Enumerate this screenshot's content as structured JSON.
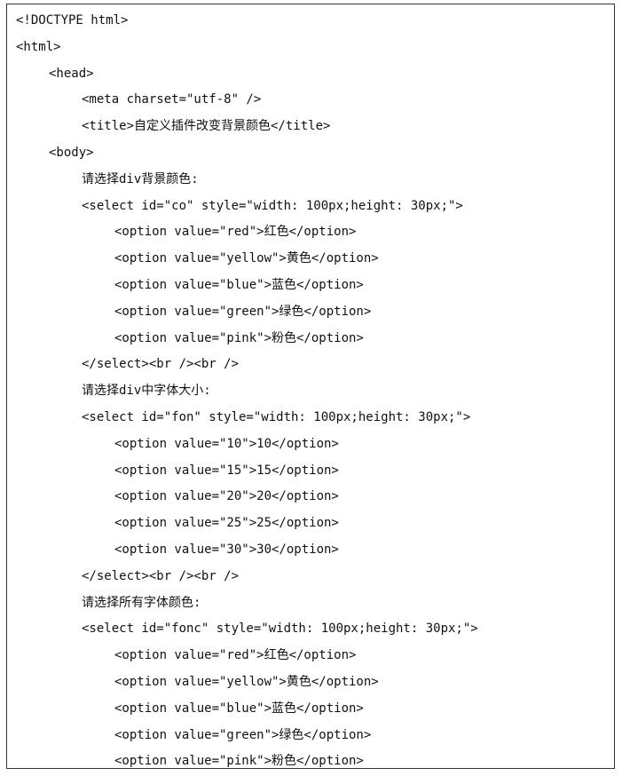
{
  "code": {
    "lines": [
      {
        "text": "<!DOCTYPE html>",
        "indent": 0
      },
      {
        "text": "<html>",
        "indent": 0
      },
      {
        "text": "<head>",
        "indent": 1
      },
      {
        "text": "<meta charset=\"utf-8\" />",
        "indent": 2
      },
      {
        "text": "<title>自定义插件改变背景颜色</title>",
        "indent": 2
      },
      {
        "text": "<body>",
        "indent": 1
      },
      {
        "text": "请选择div背景颜色:",
        "indent": 2
      },
      {
        "text": "<select id=\"co\" style=\"width: 100px;height: 30px;\">",
        "indent": 2
      },
      {
        "text": "<option value=\"red\">红色</option>",
        "indent": 3
      },
      {
        "text": "<option value=\"yellow\">黄色</option>",
        "indent": 3
      },
      {
        "text": "<option value=\"blue\">蓝色</option>",
        "indent": 3
      },
      {
        "text": "<option value=\"green\">绿色</option>",
        "indent": 3
      },
      {
        "text": "<option value=\"pink\">粉色</option>",
        "indent": 3
      },
      {
        "text": "</select><br /><br />",
        "indent": 2
      },
      {
        "text": "请选择div中字体大小:",
        "indent": 2
      },
      {
        "text": "<select id=\"fon\" style=\"width: 100px;height: 30px;\">",
        "indent": 2
      },
      {
        "text": "<option value=\"10\">10</option>",
        "indent": 3
      },
      {
        "text": "<option value=\"15\">15</option>",
        "indent": 3
      },
      {
        "text": "<option value=\"20\">20</option>",
        "indent": 3
      },
      {
        "text": "<option value=\"25\">25</option>",
        "indent": 3
      },
      {
        "text": "<option value=\"30\">30</option>",
        "indent": 3
      },
      {
        "text": "</select><br /><br />",
        "indent": 2
      },
      {
        "text": "请选择所有字体颜色:",
        "indent": 2
      },
      {
        "text": "<select id=\"fonc\" style=\"width: 100px;height: 30px;\">",
        "indent": 2
      },
      {
        "text": "<option value=\"red\">红色</option>",
        "indent": 3
      },
      {
        "text": "<option value=\"yellow\">黄色</option>",
        "indent": 3
      },
      {
        "text": "<option value=\"blue\">蓝色</option>",
        "indent": 3
      },
      {
        "text": "<option value=\"green\">绿色</option>",
        "indent": 3
      },
      {
        "text": "<option value=\"pink\">粉色</option>",
        "indent": 3
      }
    ]
  }
}
